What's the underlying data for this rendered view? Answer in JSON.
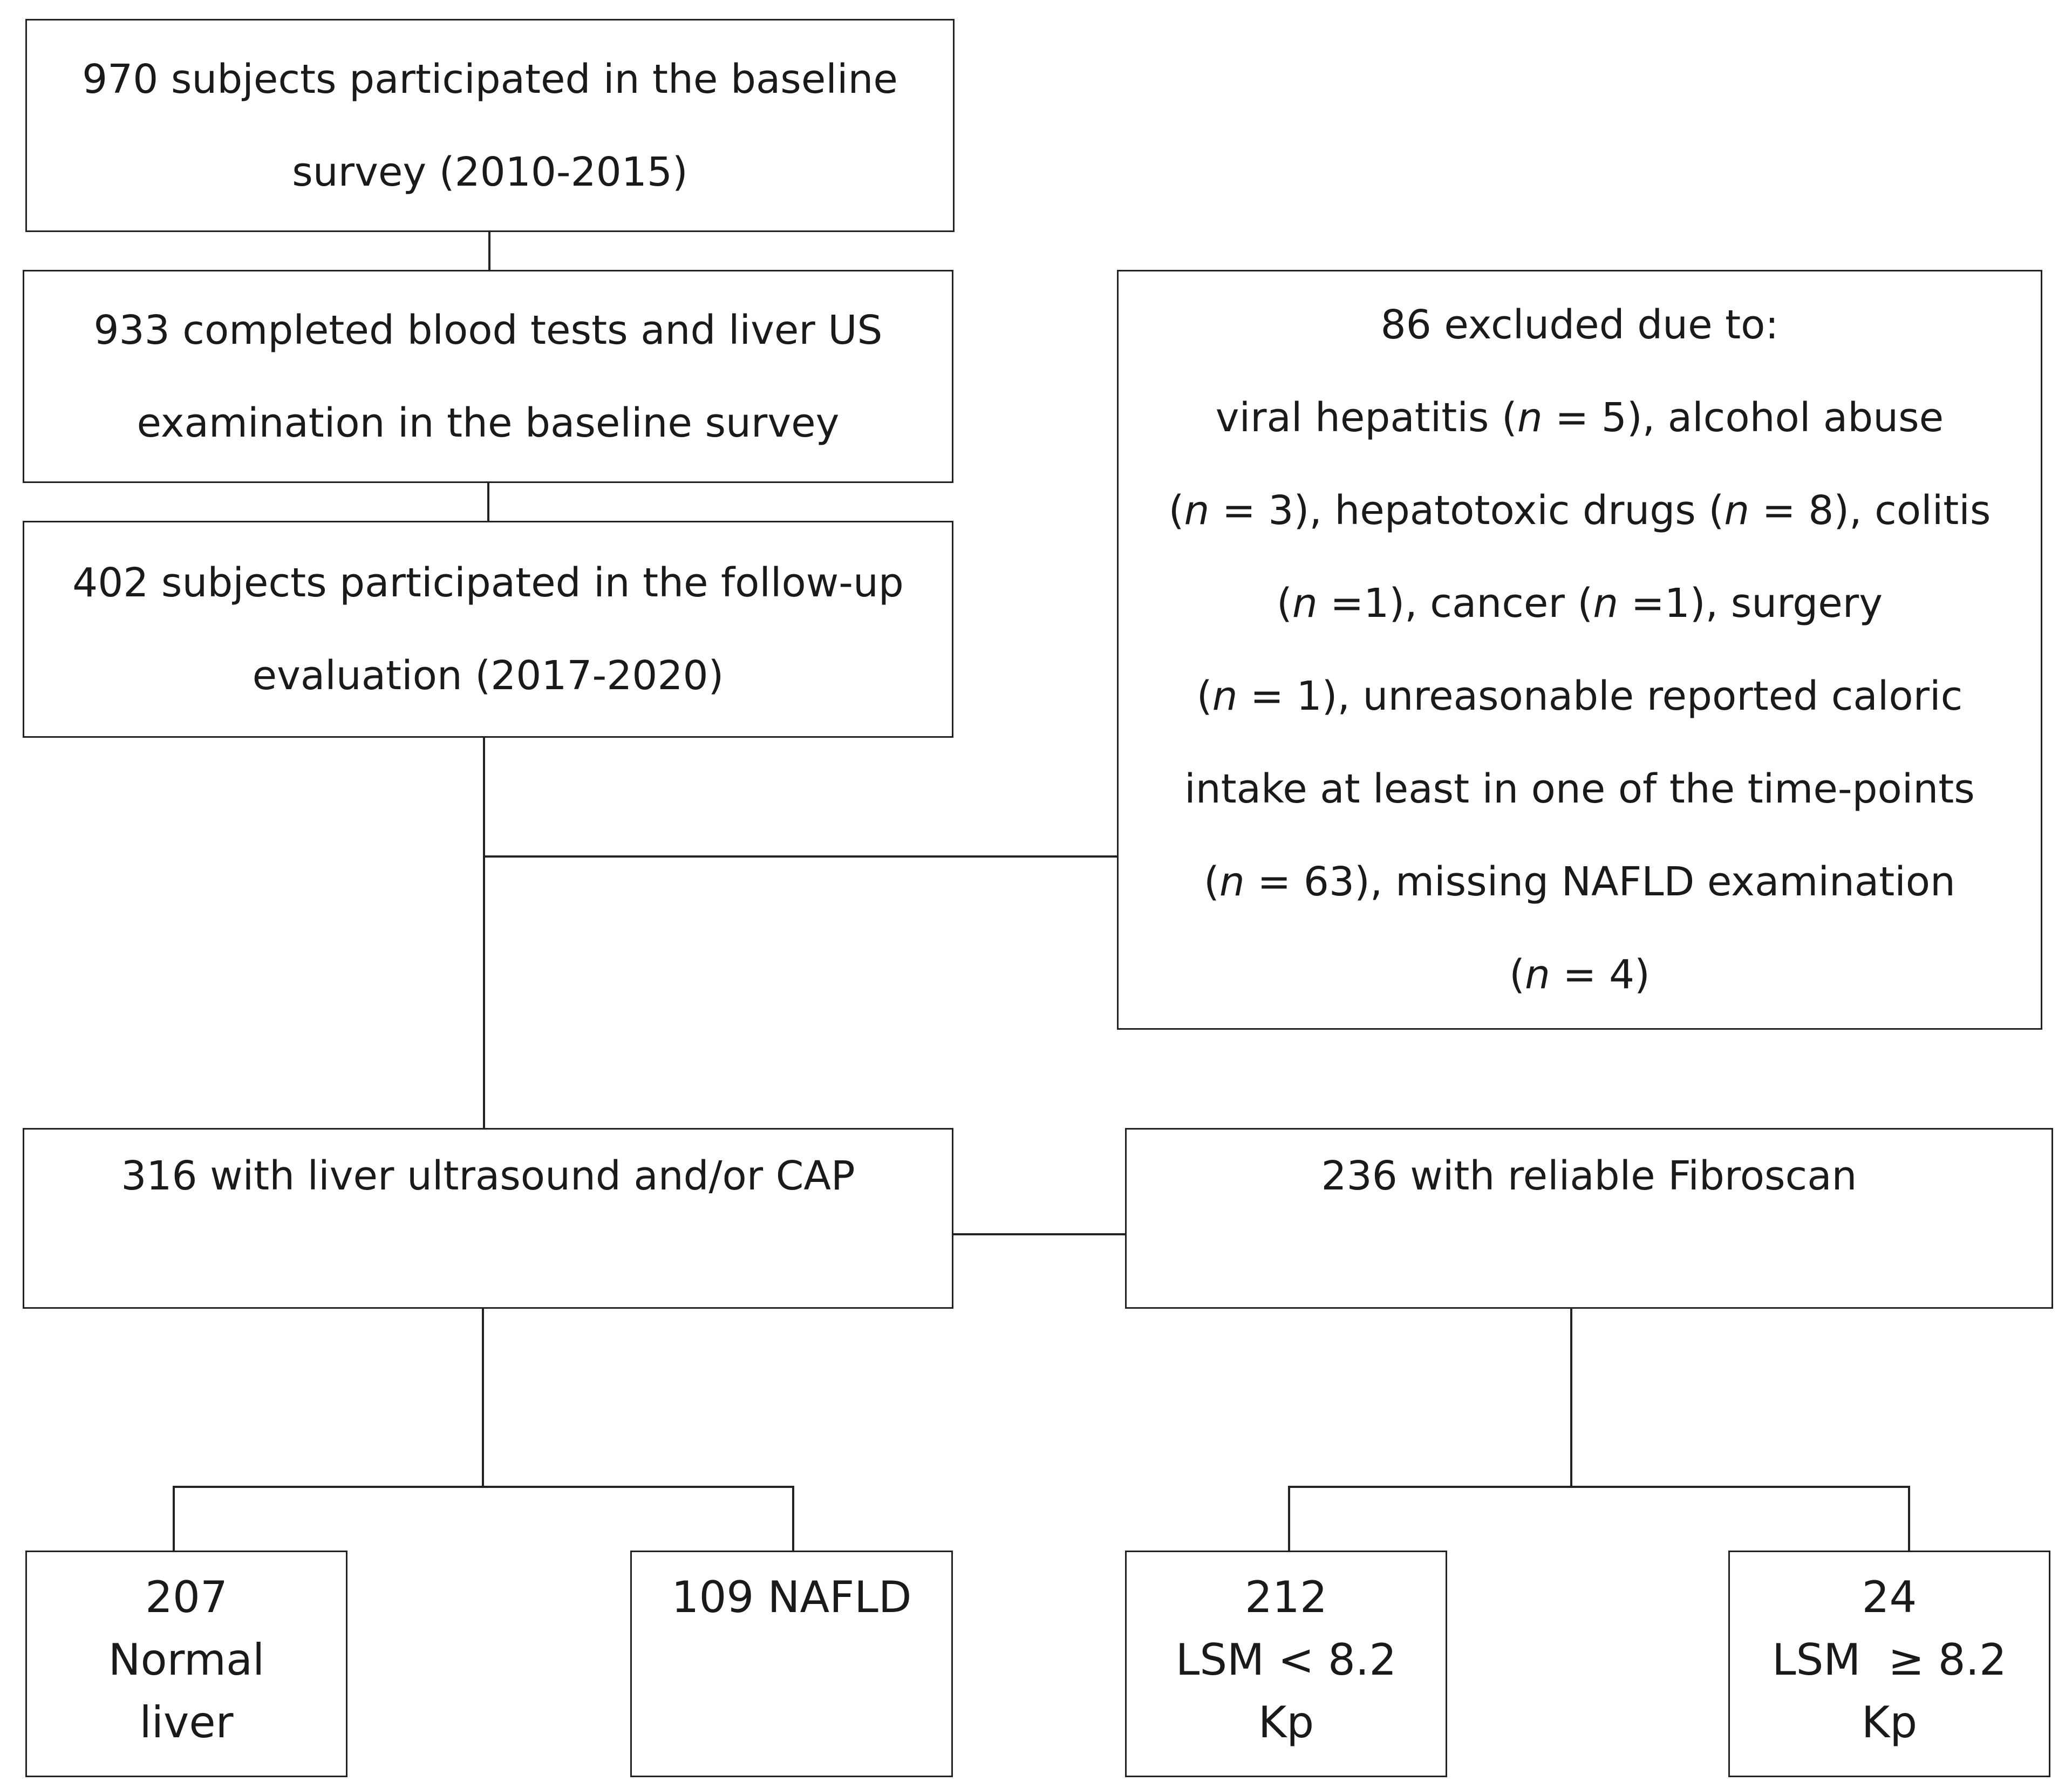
{
  "boxes": {
    "baseline": {
      "line1": "970 subjects participated in the baseline",
      "line2": "survey (2010-2015)"
    },
    "blood_tests": {
      "line1": "933 completed blood tests and liver US",
      "line2": "examination in the baseline survey"
    },
    "follow_up": {
      "line1": "402 subjects participated in the follow-up",
      "line2": "evaluation (2017-2020)"
    },
    "excluded": {
      "heading": "86 excluded due to:",
      "l1_a": "viral hepatitis (",
      "l1_n": "n",
      "l1_b": " = 5), alcohol abuse",
      "l2_a": "(",
      "l2_n1": "n",
      "l2_b": " = 3),  hepatotoxic drugs (",
      "l2_n2": "n",
      "l2_c": " = 8), colitis",
      "l3_a": "(",
      "l3_n1": "n",
      "l3_b": " =1), cancer (",
      "l3_n2": "n",
      "l3_c": " =1), surgery",
      "l4_a": "(",
      "l4_n": "n",
      "l4_b": " = 1), unreasonable reported caloric",
      "l5": "intake at least in one of the time-points",
      "l6_a": "(",
      "l6_n": "n",
      "l6_b": " = 63), missing NAFLD examination",
      "l7_a": "(",
      "l7_n": "n",
      "l7_b": " = 4)"
    },
    "ultrasound": {
      "text": "316 with liver ultrasound and/or CAP"
    },
    "fibroscan": {
      "text": "236 with reliable Fibroscan"
    },
    "normal": {
      "line1": "207",
      "line2": "Normal",
      "line3": "liver"
    },
    "nafld": {
      "text": "109 NAFLD"
    },
    "lsm_low": {
      "line1": "212",
      "line2": "LSM < 8.2",
      "line3": "Kp"
    },
    "lsm_high": {
      "line1": "24",
      "line2": "LSM  ≥ 8.2",
      "line3": "Kp"
    }
  }
}
